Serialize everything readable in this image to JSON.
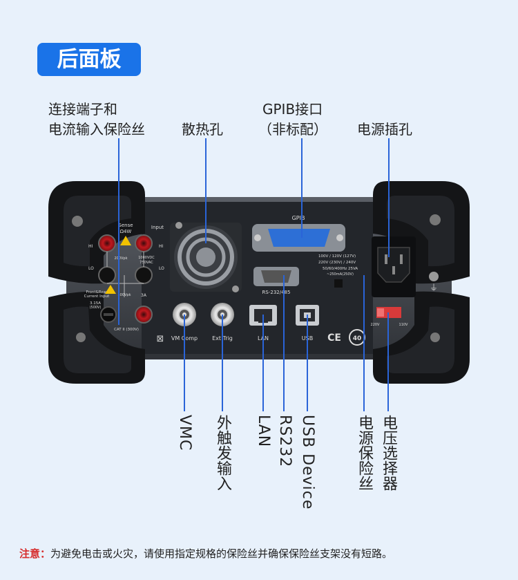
{
  "title": "后面板",
  "callouts": {
    "terminals_line1": "连接端子和",
    "terminals_line2": "电流输入保险丝",
    "heat_vent": "散热孔",
    "gpib_line1": "GPIB接口",
    "gpib_line2": "（非标配）",
    "power_socket": "电源插孔"
  },
  "vertical_labels": {
    "vmc": "VMC",
    "ext_trig": "外触发输入",
    "lan": "LAN",
    "rs232": "RS232",
    "usb": "USB Device",
    "fuse": "电源保险丝",
    "voltage_selector": "电压选择器"
  },
  "panel": {
    "sense": "Sense",
    "sense_4w": "Ω4W",
    "input": "Input",
    "hi_left": "HI",
    "hi_right": "HI",
    "lo_left": "LO",
    "lo_right": "LO",
    "vpk200": "200Vpk",
    "vdc1000": "1000VDC",
    "vac750": "750VAC",
    "vpk500": "500Vpk",
    "amp3": "3A",
    "front_rear_1": "Front&Rear",
    "front_rear_2": "Current Input",
    "fuse_rating": "3.15A",
    "fuse_voltage": "(500V)",
    "cat_ii": "CAT II (300V)",
    "vm_comp": "VM Comp",
    "ext_trig": "Ext Trig",
    "lan": "LAN",
    "usb": "USB",
    "gpib": "GPIB",
    "rs232": "RS-232/485",
    "volt_row1": "100V / 120V (127V)",
    "volt_row2": "220V (230V) / 240V",
    "volt_row3": "50/60/400Hz 25VA",
    "volt_row4": "~250mA(250V)",
    "ce": "CE",
    "rohs_years": "40",
    "sel_220": "220V",
    "sel_110": "110V"
  },
  "note": {
    "label": "注意：",
    "text": "为避免电击或火灾，请使用指定规格的保险丝并确保保险丝支架没有短路。"
  },
  "colors": {
    "accent": "#1a73e8",
    "leader": "#2a64d8",
    "warning": "#d62d2d",
    "terminal_red": "#b7161b",
    "gpib_blue": "#2d6fd6"
  }
}
